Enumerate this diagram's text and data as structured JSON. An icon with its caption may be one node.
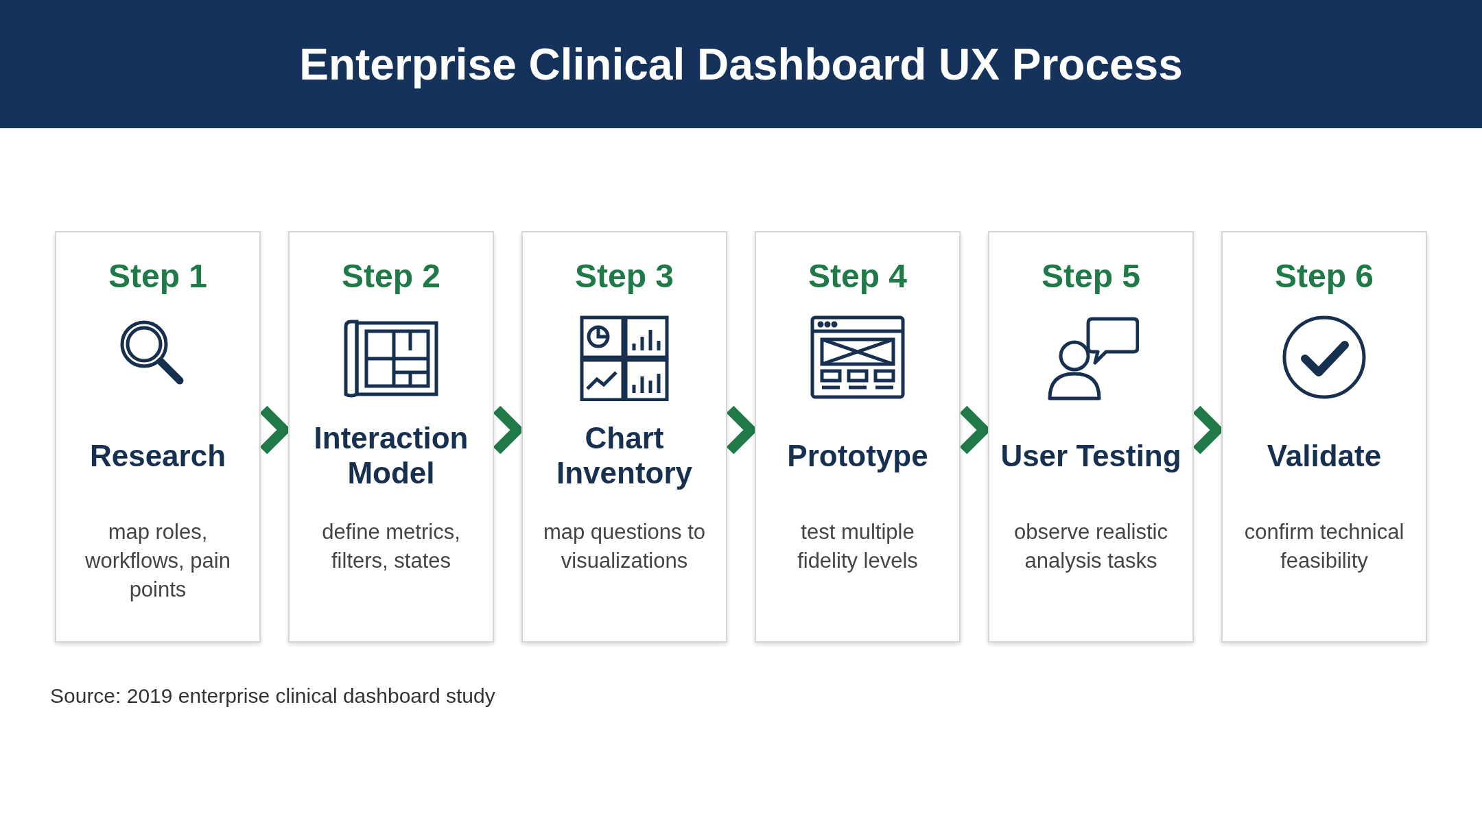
{
  "diagram": {
    "title": "Enterprise Clinical Dashboard UX Process",
    "nodes": [
      {
        "text": [
          "Step 1",
          "Research",
          "map roles, workflows, pain points"
        ]
      },
      {
        "text": [
          "Step 2",
          "Interaction Model",
          "define metrics, filters, states"
        ]
      },
      {
        "text": [
          "Step 3",
          "Chart Inventory",
          "map questions to visualizations"
        ]
      },
      {
        "text": [
          "Step 4",
          "Prototype",
          "test multiple fidelity levels"
        ]
      },
      {
        "text": [
          "Step 5",
          "User Testing",
          "observe realistic analysis tasks"
        ]
      },
      {
        "text": [
          "Step 6",
          "Validate",
          "confirm technical feasibility"
        ]
      }
    ],
    "edges": [
      {
        "from": 0,
        "to": 1,
        "arrow": "to"
      },
      {
        "from": 1,
        "to": 2,
        "arrow": "to"
      },
      {
        "from": 2,
        "to": 3,
        "arrow": "to"
      },
      {
        "from": 3,
        "to": 4,
        "arrow": "to"
      },
      {
        "from": 4,
        "to": 5,
        "arrow": "to"
      }
    ],
    "labels": [
      "Source: 2019 enterprise clinical dashboard study"
    ]
  }
}
